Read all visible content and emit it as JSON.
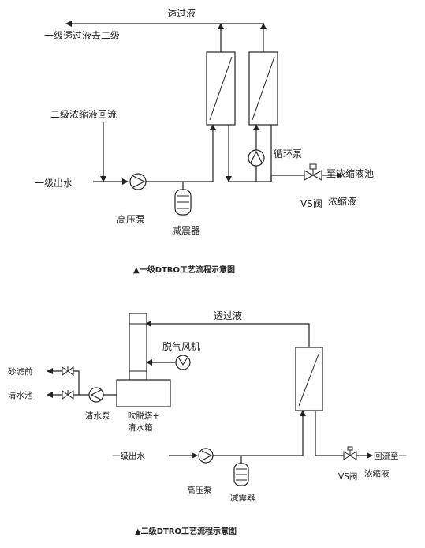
{
  "diagram1": {
    "labels": {
      "permeate": "透过液",
      "to_second_stage": "一级透过液去二级",
      "secondary_reflux": "二级浓缩液回流",
      "first_effluent": "一级出水",
      "circulation_pump": "循环泵",
      "to_conc_pool": "至浓缩液池",
      "vs_valve": "VS阀",
      "concentrate": "浓缩液",
      "high_pressure_pump": "高压泵",
      "damper": "减震器"
    },
    "caption": "▲一级DTRO工艺流程示意图"
  },
  "diagram2": {
    "labels": {
      "permeate": "透过液",
      "degas_fan": "脱气风机",
      "sand_filter": "砂滤前",
      "clean_pool": "清水池",
      "clean_pump": "清水泵",
      "tower_line1": "吹脱塔+",
      "tower_line2": "清水箱",
      "first_effluent": "一级出水",
      "reflux_to": "回流至一",
      "vs_valve": "VS阀",
      "concentrate": "浓缩液",
      "high_pressure_pump": "高压泵",
      "damper": "减震器"
    },
    "caption": "▲二级DTRO工艺流程示意图"
  }
}
